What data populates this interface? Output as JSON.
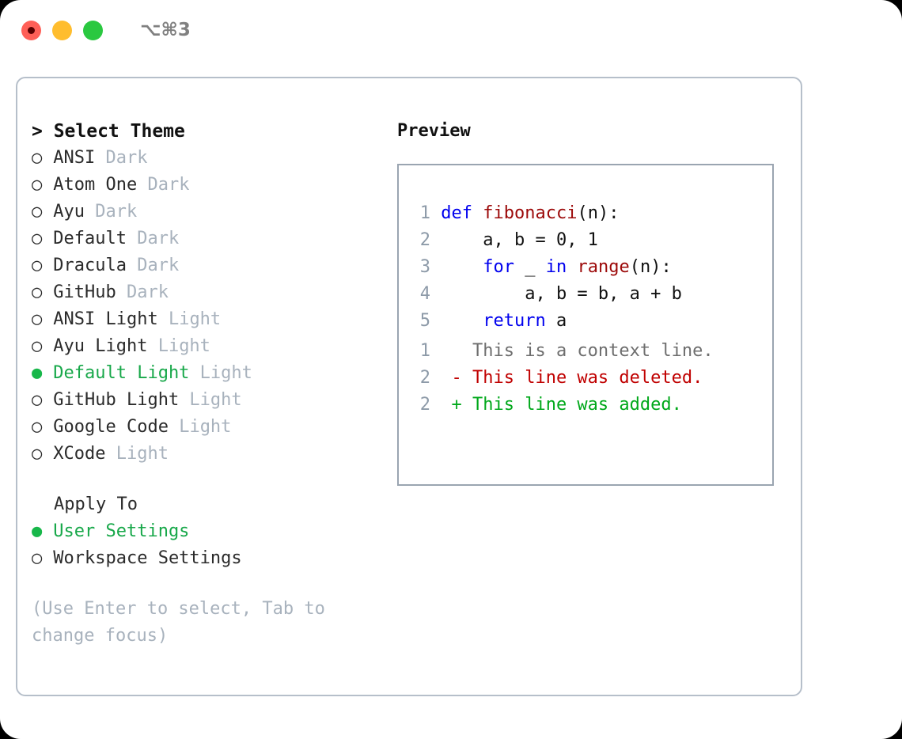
{
  "window": {
    "shortcut_label": "⌥⌘3",
    "dots": [
      {
        "name": "close",
        "color": "#ff5f57",
        "recording": true
      },
      {
        "name": "minimize",
        "color": "#ffbd2e",
        "recording": false
      },
      {
        "name": "maximize",
        "color": "#2ac840",
        "recording": false
      }
    ]
  },
  "theme_picker": {
    "header": "> Select Theme",
    "items": [
      {
        "bullet": "○",
        "name": "ANSI",
        "tag": "Dark",
        "selected": false
      },
      {
        "bullet": "○",
        "name": "Atom One",
        "tag": "Dark",
        "selected": false
      },
      {
        "bullet": "○",
        "name": "Ayu",
        "tag": "Dark",
        "selected": false
      },
      {
        "bullet": "○",
        "name": "Default",
        "tag": "Dark",
        "selected": false
      },
      {
        "bullet": "○",
        "name": "Dracula",
        "tag": "Dark",
        "selected": false
      },
      {
        "bullet": "○",
        "name": "GitHub",
        "tag": "Dark",
        "selected": false
      },
      {
        "bullet": "○",
        "name": "ANSI Light",
        "tag": "Light",
        "selected": false
      },
      {
        "bullet": "○",
        "name": "Ayu Light",
        "tag": "Light",
        "selected": false
      },
      {
        "bullet": "●",
        "name": "Default Light",
        "tag": "Light",
        "selected": true
      },
      {
        "bullet": "○",
        "name": "GitHub Light",
        "tag": "Light",
        "selected": false
      },
      {
        "bullet": "○",
        "name": "Google Code",
        "tag": "Light",
        "selected": false
      },
      {
        "bullet": "○",
        "name": "XCode",
        "tag": "Light",
        "selected": false
      }
    ]
  },
  "apply_to": {
    "title": "Apply To",
    "options": [
      {
        "bullet": "●",
        "label": "User Settings",
        "selected": true
      },
      {
        "bullet": "○",
        "label": "Workspace Settings",
        "selected": false
      }
    ]
  },
  "hint": "(Use Enter to select, Tab to change focus)",
  "preview": {
    "label": "Preview",
    "code_lines": [
      {
        "n": "1",
        "tokens": [
          {
            "t": "def ",
            "c": "kw"
          },
          {
            "t": "fibonacci",
            "c": "fn"
          },
          {
            "t": "(n):",
            "c": "plain"
          }
        ]
      },
      {
        "n": "2",
        "tokens": [
          {
            "t": "    a, b = 0, 1",
            "c": "plain"
          }
        ]
      },
      {
        "n": "3",
        "tokens": [
          {
            "t": "    ",
            "c": "plain"
          },
          {
            "t": "for",
            "c": "kw"
          },
          {
            "t": " _ ",
            "c": "plain"
          },
          {
            "t": "in",
            "c": "kw"
          },
          {
            "t": " ",
            "c": "plain"
          },
          {
            "t": "range",
            "c": "fn"
          },
          {
            "t": "(n):",
            "c": "plain"
          }
        ]
      },
      {
        "n": "4",
        "tokens": [
          {
            "t": "        a, b = b, a + b",
            "c": "plain"
          }
        ]
      },
      {
        "n": "5",
        "tokens": [
          {
            "t": "    ",
            "c": "plain"
          },
          {
            "t": "return",
            "c": "kw"
          },
          {
            "t": " a",
            "c": "plain"
          }
        ]
      }
    ],
    "diff_lines": [
      {
        "n": "1",
        "marker": "  ",
        "text": "This is a context line.",
        "kind": "context"
      },
      {
        "n": "2",
        "marker": "- ",
        "text": "This line was deleted.",
        "kind": "del"
      },
      {
        "n": "2",
        "marker": "+ ",
        "text": "This line was added.",
        "kind": "add"
      }
    ]
  },
  "colors": {
    "accent_green": "#18a84a",
    "muted": "#a8b2bd",
    "keyword_blue": "#0000ee",
    "function_red": "#9c0909",
    "diff_delete": "#c00000",
    "diff_add": "#00a81a",
    "panel_border": "#b6bfca",
    "preview_border": "#9aa5b1"
  }
}
